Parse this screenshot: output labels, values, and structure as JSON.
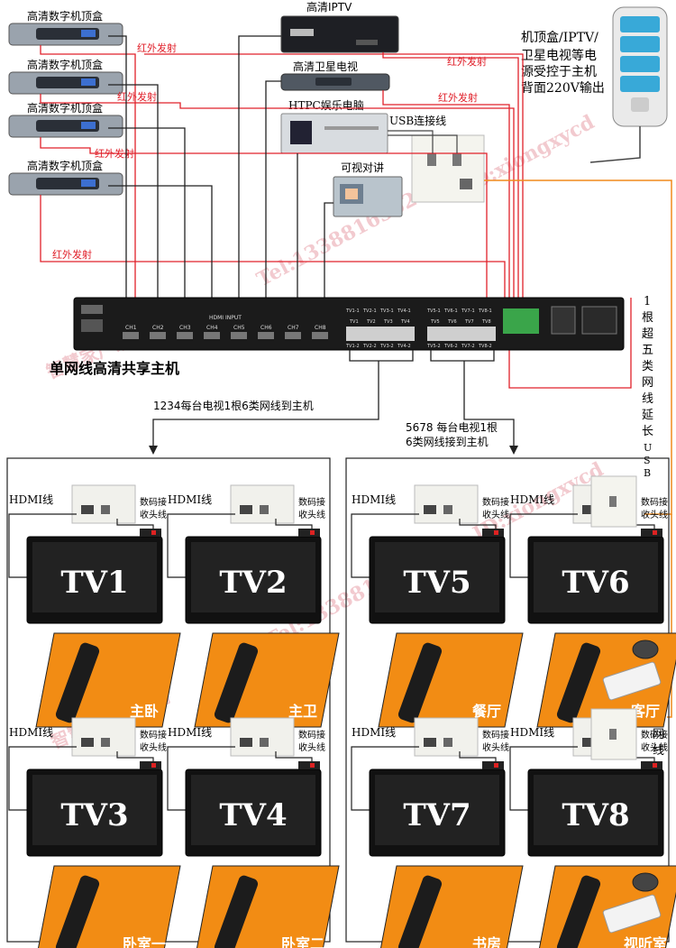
{
  "devices": {
    "stb": [
      "高清数字机顶盒",
      "高清数字机顶盒",
      "高清数字机顶盒",
      "高清数字机顶盒"
    ],
    "iptv": "高清IPTV",
    "satellite": "高清卫星电视",
    "htpc": "HTPC娱乐电脑",
    "intercom": "可视对讲",
    "usb_link": "USB连接线",
    "power_note": [
      "机顶盒/IPTV/",
      "卫星电视等电",
      "源受控于主机",
      "背面220V输出"
    ]
  },
  "ir_labels": [
    "红外发射",
    "红外发射",
    "红外发射",
    "红外发射",
    "红外发射",
    "红外发射"
  ],
  "host": {
    "title": "单网线高清共享主机",
    "hdmi_input": "HDMI INPUT",
    "ch_labels": [
      "CH1",
      "CH2",
      "CH3",
      "CH4",
      "CH5",
      "CH6",
      "CH7",
      "CH8"
    ],
    "port_top_a": [
      "TV1-1",
      "TV2-1",
      "TV3-1",
      "TV4-1"
    ],
    "port_top_b": [
      "TV5-1",
      "TV6-1",
      "TV7-1",
      "TV8-1"
    ],
    "port_mid_a": [
      "TV1",
      "TV2",
      "TV3",
      "TV4"
    ],
    "port_mid_b": [
      "TV5",
      "TV6",
      "TV7",
      "TV8"
    ],
    "port_bot_a": [
      "TV1-2",
      "TV2-2",
      "TV3-2",
      "TV4-2"
    ],
    "port_bot_b": [
      "TV5-2",
      "TV6-2",
      "TV7-2",
      "TV8-2"
    ]
  },
  "notes": {
    "left_cable": "1234每台电视1根6类网线到主机",
    "right_cable_1": "5678 每台电视1根",
    "right_cable_2": "6类网线接到主机",
    "usb_ext": [
      "1",
      "根",
      "超",
      "五",
      "类",
      "网",
      "线",
      "延",
      "长",
      "U",
      "S",
      "B"
    ],
    "cat5_right": [
      "1",
      "根",
      "超",
      "五",
      "类",
      "网",
      "线"
    ]
  },
  "tv_panel": {
    "hdmi": "HDMI线",
    "ir_recv": [
      "数码接",
      "收头线"
    ]
  },
  "tvs": [
    {
      "name": "TV1",
      "room": "主卧"
    },
    {
      "name": "TV2",
      "room": "主卫"
    },
    {
      "name": "TV3",
      "room": "卧室一"
    },
    {
      "name": "TV4",
      "room": "卧室二"
    },
    {
      "name": "TV5",
      "room": "餐厅"
    },
    {
      "name": "TV6",
      "room": "客厅"
    },
    {
      "name": "TV7",
      "room": "书房"
    },
    {
      "name": "TV8",
      "room": "视听室"
    }
  ],
  "watermarks": {
    "company": "智慧家厂家直销",
    "tel": "Tel:13388163628",
    "id": "ID:xiongxycd"
  },
  "colors": {
    "ir_line": "#e0202a",
    "ethernet": "#f08a1c",
    "room_fill": "#f28c14",
    "tv_bezel": "#111111",
    "host_body": "#1b1b1b"
  }
}
